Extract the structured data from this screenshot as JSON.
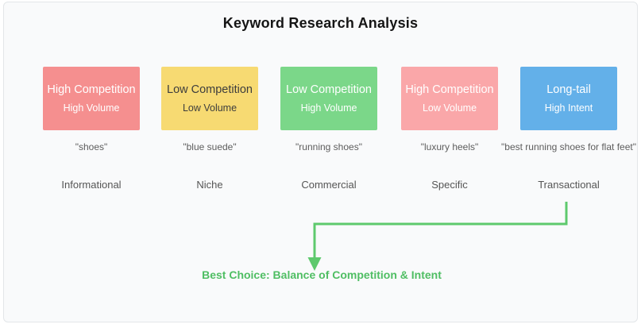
{
  "title": "Keyword Research Analysis",
  "canvas": {
    "background": "#f9fafb",
    "border_color": "#e3e6e9"
  },
  "columns": [
    {
      "box_line1": "High Competition",
      "box_line2": "High Volume",
      "box_color": "#f58f8f",
      "box_text_color": "#ffffff",
      "keyword": "\"shoes\"",
      "category": "Informational"
    },
    {
      "box_line1": "Low Competition",
      "box_line2": "Low Volume",
      "box_color": "#f7da72",
      "box_text_color": "#3d3d3d",
      "keyword": "\"blue suede\"",
      "category": "Niche"
    },
    {
      "box_line1": "Low Competition",
      "box_line2": "High Volume",
      "box_color": "#7bd789",
      "box_text_color": "#ffffff",
      "keyword": "\"running shoes\"",
      "category": "Commercial"
    },
    {
      "box_line1": "High Competition",
      "box_line2": "Low Volume",
      "box_color": "#faa7a9",
      "box_text_color": "#ffffff",
      "keyword": "\"luxury heels\"",
      "category": "Specific"
    },
    {
      "box_line1": "Long-tail",
      "box_line2": "High Intent",
      "box_color": "#63b0e9",
      "box_text_color": "#ffffff",
      "keyword": "\"best running shoes for flat feet\"",
      "category": "Transactional"
    }
  ],
  "arrow": {
    "color": "#5ec96d"
  },
  "conclusion": {
    "label": "Best Choice: Balance of Competition & Intent",
    "color": "#4fbe63"
  }
}
